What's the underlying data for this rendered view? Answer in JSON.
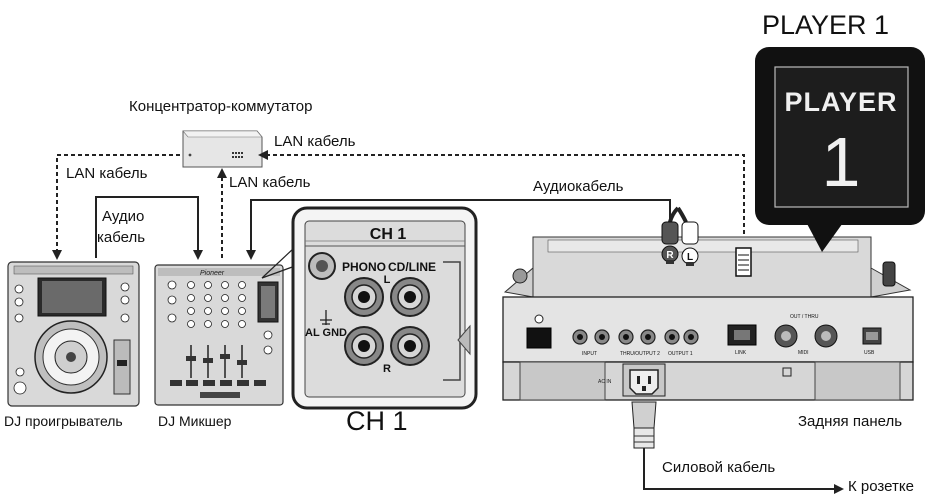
{
  "labels": {
    "hub": "Концентратор-коммутатор",
    "lan_top_right": "LAN кабель",
    "lan_left": "LAN кабель",
    "lan_middle": "LAN кабель",
    "audio_left_1": "Аудио",
    "audio_left_2": "кабель",
    "audio_right": "Аудиокабель",
    "player1_big": "PLAYER 1",
    "player_display_word": "PLAYER",
    "player_display_num": "1",
    "ch1_small": "CH 1",
    "phono": "PHONO",
    "cdline": "CD/LINE",
    "l_mark": "L",
    "r_mark": "R",
    "signal_gnd": "AL GND",
    "ch1_big": "CH 1",
    "dj_player": "DJ проигрыватель",
    "dj_mixer": "DJ Микшер",
    "back_panel": "Задняя панель",
    "power_cable": "Силовой кабель",
    "to_outlet": "К розетке",
    "mixer_brand": "Pioneer",
    "plug_r": "R",
    "plug_l": "L",
    "port_input": "INPUT",
    "port_thru": "THRU/OUTPUT 2",
    "port_output1": "OUTPUT 1",
    "port_link": "LINK",
    "port_midi": "MIDI",
    "port_usb": "USB",
    "port_outthru": "OUT / THRU",
    "ac_in": "AC IN"
  },
  "colors": {
    "line": "#222222",
    "device_fill": "#e6e6e6",
    "panel_dark": "#1a1a1a",
    "display_bg": "#151515"
  },
  "icons": {
    "arrow": "arrowhead",
    "rca_plug": "rca-plug",
    "lan_plug": "lan-plug",
    "ac_socket": "ac-socket"
  }
}
